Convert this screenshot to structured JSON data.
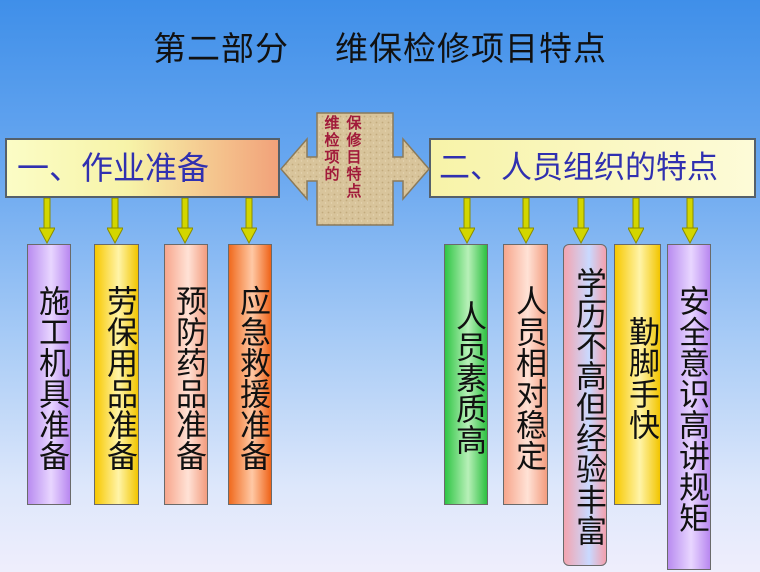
{
  "title": "第二部分    维保检修项目特点",
  "center": {
    "col1": "维检项的",
    "col2": "保修目特点"
  },
  "left_section": {
    "header": "一、作业准备",
    "items": [
      "施工机具准备",
      "劳保用品准备",
      "预防药品准备",
      "应急救援准备"
    ]
  },
  "right_section": {
    "header": "二、人员组织的特点",
    "items": [
      "人员素质高",
      "人员相对稳定",
      "学历不高但经验丰富",
      "勤脚手快",
      "安全意识高讲规矩"
    ]
  },
  "colors": {
    "header_text": "#3030b0",
    "connector_arrow": "#d3d600",
    "center_text": "#a11a3a"
  }
}
